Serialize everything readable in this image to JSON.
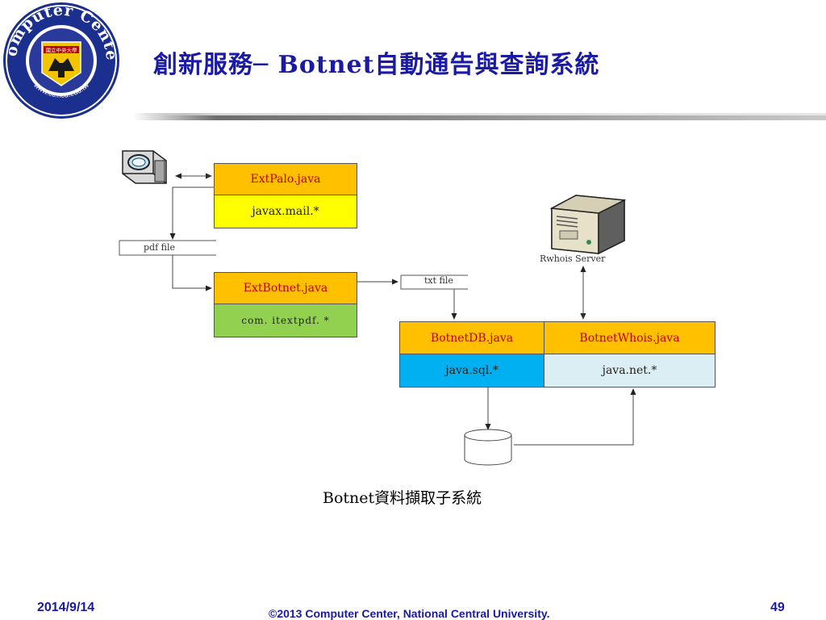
{
  "slide": {
    "title": "創新服務─ Botnet自動通告與查詢系統",
    "caption": "Botnet資料擷取子系統"
  },
  "logo": {
    "ring_text": "Computer Center",
    "url_text": "www.cc.ncu.edu.tw",
    "badge_text": "國立中央大學"
  },
  "diagram": {
    "extpalo": {
      "name": "ExtPalo.java",
      "lib": "javax.mail.*"
    },
    "pdf_file": "pdf file",
    "extbotnet": {
      "name": "ExtBotnet.java",
      "lib": "com. itextpdf. *"
    },
    "txt_file": "txt file",
    "rwhois_server": "Rwhois Server",
    "botnetdb": {
      "name": "BotnetDB.java",
      "lib": "java.sql.*"
    },
    "botnetwhois": {
      "name": "BotnetWhois.java",
      "lib": "java.net.*"
    },
    "icons": [
      "scanner-icon",
      "server-icon",
      "database-icon"
    ]
  },
  "footer": {
    "date": "2014/9/14",
    "copyright": "©2013 Computer Center, National Central University.",
    "page": "49"
  },
  "colors": {
    "title": "#1a1aa6",
    "class_header": "#ffc000",
    "class_header_text": "#c00000",
    "javax_mail": "#ffff00",
    "itextpdf": "#92d050",
    "java_sql": "#00b0f0",
    "java_net": "#dbeef4"
  }
}
